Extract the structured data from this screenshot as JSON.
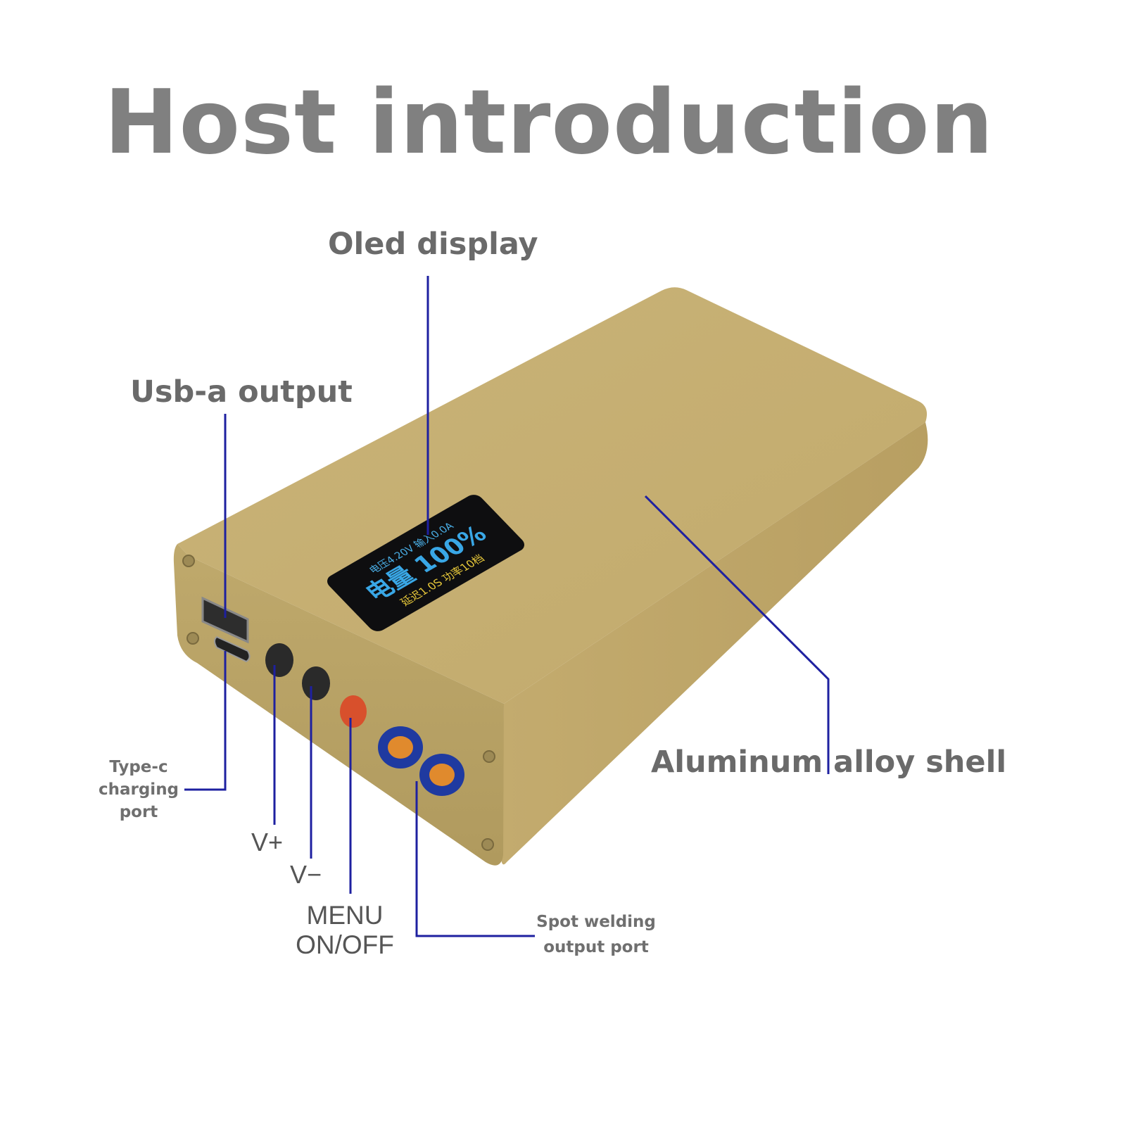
{
  "title": "Host introduction",
  "labels": {
    "oled_display": "Oled display",
    "usb_a_output": "Usb-a output",
    "type_c_line1": "Type-c",
    "type_c_line2": "charging",
    "type_c_line3": "port",
    "v_plus": "V+",
    "v_minus": "V−",
    "menu": "MENU",
    "on_off": "ON/OFF",
    "spot_line1": "Spot welding",
    "spot_line2": "output port",
    "shell": "Aluminum alloy shell"
  },
  "oled": {
    "line1": "电压4.20V 输入0.0A",
    "line2": "电量 100%",
    "line3": "延迟1.0S 功率10档"
  },
  "colors": {
    "leader_line": "#1e20a0",
    "shell_top": "#cbb57a",
    "shell_front": "#b8a267",
    "shell_side": "#c6ae6f",
    "title": "#808080"
  }
}
